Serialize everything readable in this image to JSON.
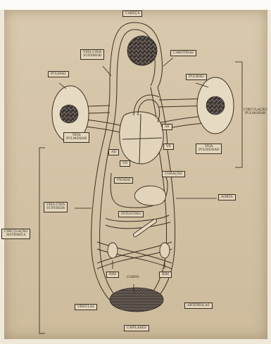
{
  "header_strip": "",
  "labels": {
    "cabeca": "CABEÇA",
    "carotidas": "CARÓTIDAS",
    "veia_cava_superior_top": "VEIA CAVA\nSUPERIOR",
    "pulmao_left": "PULMÃO",
    "pulmao_right": "PULMÃO",
    "circulacao_pulmonar": "CIRCULAÇÃO\nPULMONAR",
    "ae": "AE",
    "ve": "VE",
    "ad": "AD",
    "vd": "VD",
    "veia_pulmonar_left": "VEIA\nPULMONAR",
    "veia_pulmonar_right": "VEIA\nPULMONAR",
    "coracao": "CORAÇÃO",
    "figado": "FÍGADO",
    "veia_cava_superior_mid": "VEIA CAVA\nSUPERIOR",
    "aorta": "AORTA",
    "intestino": "INTESTINO",
    "circulacao_sistemica": "CIRCULAÇÃO\nSISTÊMICA",
    "rim_left": "RIM",
    "rim_right": "RIM",
    "corpo": "CORPO",
    "venulas": "VÊNULAS",
    "arteriolas": "ARTERÍOLAS",
    "capilares": "CAPILARES"
  },
  "colors": {
    "board": "#d6c6a8",
    "vessel_fill": "#e6dac3",
    "vessel_stroke": "#3b2f22",
    "organ_dark": "#2f2a28",
    "label_box": "#e3d6bd"
  }
}
